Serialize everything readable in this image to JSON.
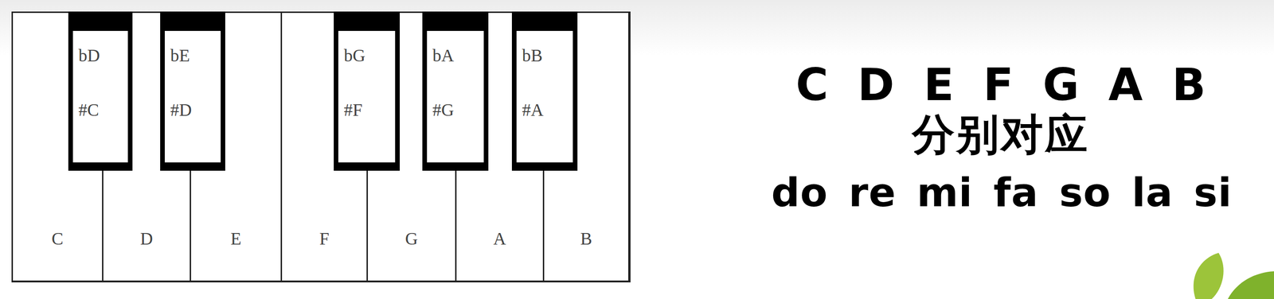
{
  "diagram": {
    "nodes": [
      {
        "text": [
          "bD",
          "#C"
        ]
      },
      {
        "text": [
          "bE",
          "#D"
        ]
      },
      {
        "text": [
          "bG",
          "#F"
        ]
      },
      {
        "text": [
          "bA",
          "#G"
        ]
      },
      {
        "text": [
          "bB",
          "#A"
        ]
      },
      {
        "text": [
          "C"
        ]
      },
      {
        "text": [
          "D"
        ]
      },
      {
        "text": [
          "E"
        ]
      },
      {
        "text": [
          "F"
        ]
      },
      {
        "text": [
          "G"
        ]
      },
      {
        "text": [
          "A"
        ]
      },
      {
        "text": [
          "B"
        ]
      }
    ],
    "labels": [
      "C D E F G A B",
      "分别对应",
      "do re mi fa so la si"
    ]
  }
}
